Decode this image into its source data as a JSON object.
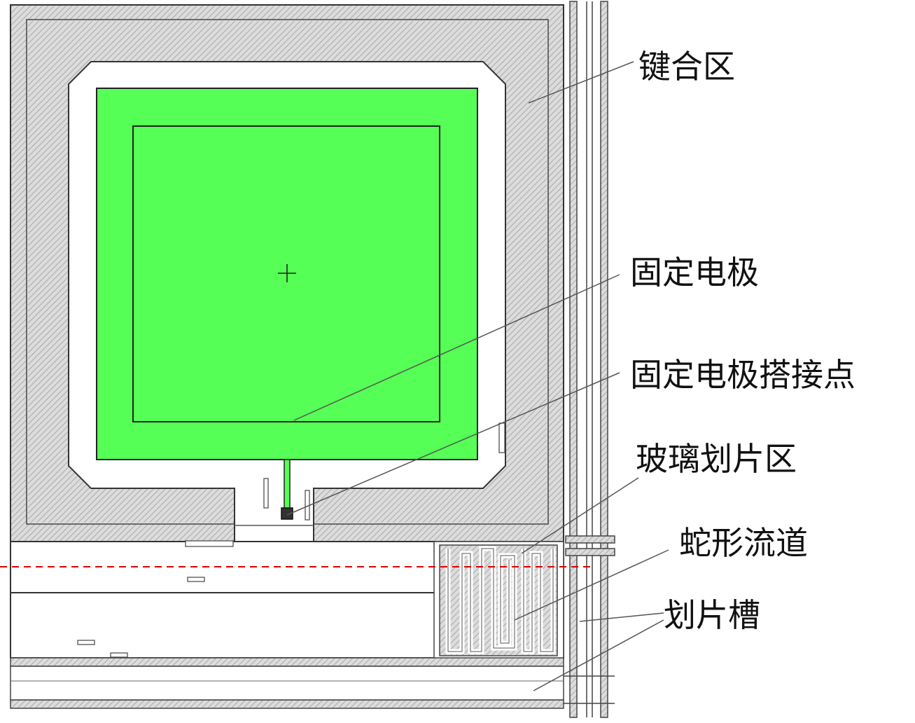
{
  "labels": {
    "bonding_area": "键合区",
    "fixed_electrode": "固定电极",
    "fixed_electrode_contact": "固定电极搭接点",
    "glass_dicing_area": "玻璃划片区",
    "serpentine_channel": "蛇形流道",
    "dicing_groove": "划片槽"
  },
  "colors": {
    "electrode_green": "#55FF55",
    "hatch_gray": "#c8c8c8",
    "line": "#333333",
    "cut_line_red": "#e00000"
  }
}
